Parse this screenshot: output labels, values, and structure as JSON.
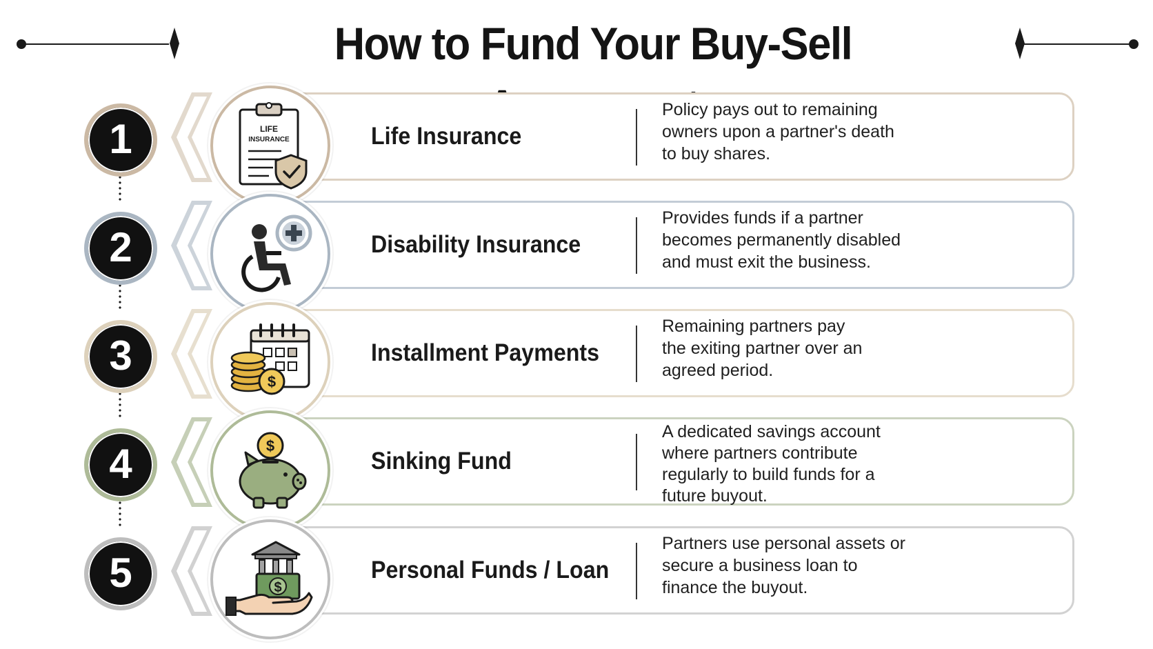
{
  "title": "How to Fund Your Buy-Sell Agreement",
  "colors": {
    "row1": "#cbb9a4",
    "row2": "#aab6c2",
    "row3": "#ddd1bb",
    "row4": "#aebb98",
    "row5": "#bdbdbd",
    "gold": "#e3b341",
    "piggy": "#9aae80"
  },
  "items": [
    {
      "number": "1",
      "label": "Life Insurance",
      "icon": "clipboard-shield-icon",
      "icon_text_1": "LIFE",
      "icon_text_2": "INSURANCE",
      "lines": [
        "Policy pays out to remaining",
        "owners upon a partner's death",
        "to buy shares."
      ]
    },
    {
      "number": "2",
      "label": "Disability Insurance",
      "icon": "wheelchair-plus-icon",
      "lines": [
        "Provides funds if a partner",
        "becomes permanently disabled",
        "and must exit the business."
      ]
    },
    {
      "number": "3",
      "label": "Installment Payments",
      "icon": "calendar-coins-icon",
      "lines": [
        "Remaining partners pay",
        "the exiting partner over an",
        "agreed period."
      ]
    },
    {
      "number": "4",
      "label": "Sinking Fund",
      "icon": "piggy-bank-icon",
      "lines": [
        "A dedicated savings account",
        "where partners contribute",
        "regularly to build funds for a",
        "future buyout."
      ]
    },
    {
      "number": "5",
      "label": "Personal Funds / Loan",
      "icon": "bank-hand-cash-icon",
      "lines": [
        "Partners use personal assets or",
        "secure a business loan to",
        "finance the buyout."
      ]
    }
  ]
}
